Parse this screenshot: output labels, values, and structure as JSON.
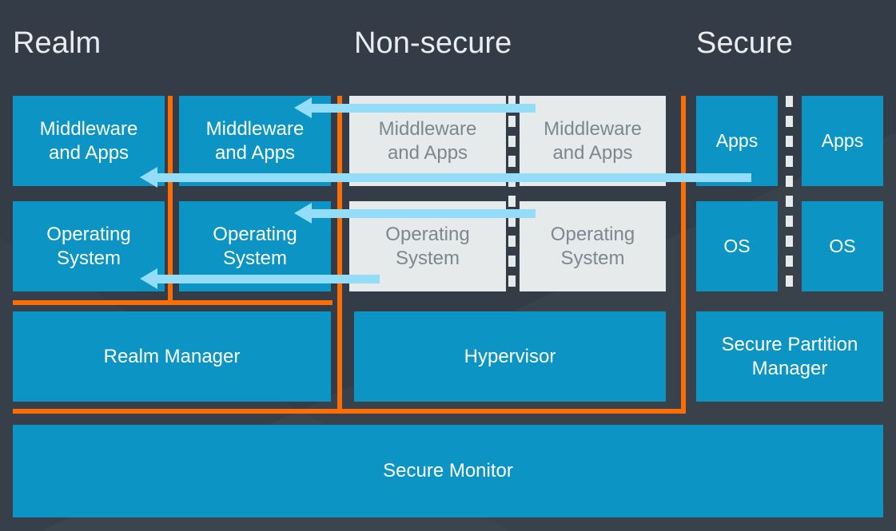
{
  "diagram": {
    "title_realm": "Realm",
    "title_nonsecure": "Non-secure",
    "title_secure": "Secure",
    "colors": {
      "background": "#343d47",
      "blue_box": "#0b94c4",
      "grey_box": "#e6eaeb",
      "grey_text": "#7d878e",
      "orange_line": "#f96e07",
      "arrow": "#94ddf9",
      "title_text": "#e9edf0"
    },
    "realm": {
      "world_a": {
        "middleware": "Middleware\nand Apps",
        "middleware_line1": "Middleware",
        "middleware_line2": "and Apps",
        "os_line1": "Operating",
        "os_line2": "System"
      },
      "world_b": {
        "middleware_line1": "Middleware",
        "middleware_line2": "and Apps",
        "os_line1": "Operating",
        "os_line2": "System"
      },
      "manager": "Realm Manager"
    },
    "nonsecure": {
      "world_a": {
        "middleware_line1": "Middleware",
        "middleware_line2": "and Apps",
        "os_line1": "Operating",
        "os_line2": "System"
      },
      "world_b": {
        "middleware_line1": "Middleware",
        "middleware_line2": "and Apps",
        "os_line1": "Operating",
        "os_line2": "System"
      },
      "manager": "Hypervisor"
    },
    "secure": {
      "world_a": {
        "apps": "Apps",
        "os": "OS"
      },
      "world_b": {
        "apps": "Apps",
        "os": "OS"
      },
      "manager_line1": "Secure Partition",
      "manager_line2": "Manager"
    },
    "monitor": "Secure Monitor"
  }
}
